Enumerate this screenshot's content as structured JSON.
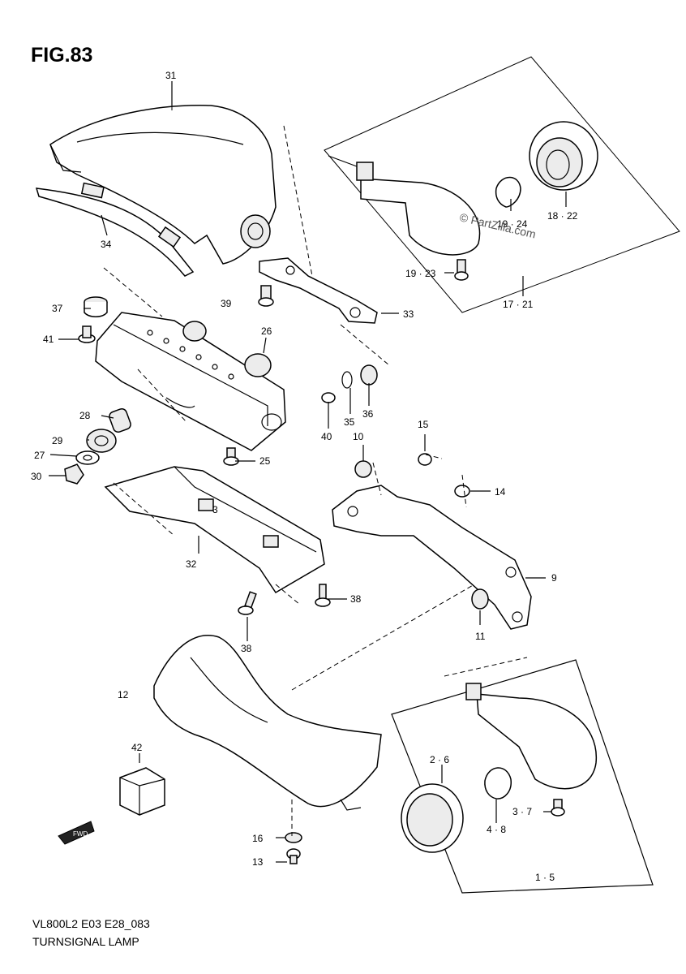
{
  "figure": {
    "title": "FIG.83",
    "code": "VL800L2 E03 E28_083",
    "name": "TURNSIGNAL LAMP",
    "watermark": "© PartZilla.com",
    "fwd_label": "FWD"
  },
  "callouts": [
    {
      "id": "c31",
      "text": "31"
    },
    {
      "id": "c34",
      "text": "34"
    },
    {
      "id": "c37",
      "text": "37"
    },
    {
      "id": "c39",
      "text": "39"
    },
    {
      "id": "c41",
      "text": "41"
    },
    {
      "id": "c26",
      "text": "26"
    },
    {
      "id": "c33",
      "text": "33"
    },
    {
      "id": "c28",
      "text": "28"
    },
    {
      "id": "c29",
      "text": "29"
    },
    {
      "id": "c27",
      "text": "27"
    },
    {
      "id": "c30",
      "text": "30"
    },
    {
      "id": "c25",
      "text": "25"
    },
    {
      "id": "c3",
      "text": "3"
    },
    {
      "id": "c32",
      "text": "32"
    },
    {
      "id": "c38a",
      "text": "38"
    },
    {
      "id": "c38b",
      "text": "38"
    },
    {
      "id": "c40",
      "text": "40"
    },
    {
      "id": "c35",
      "text": "35"
    },
    {
      "id": "c36",
      "text": "36"
    },
    {
      "id": "c10",
      "text": "10"
    },
    {
      "id": "c15",
      "text": "15"
    },
    {
      "id": "c14",
      "text": "14"
    },
    {
      "id": "c9",
      "text": "9"
    },
    {
      "id": "c11",
      "text": "11"
    },
    {
      "id": "c12",
      "text": "12"
    },
    {
      "id": "c42",
      "text": "42"
    },
    {
      "id": "c16",
      "text": "16"
    },
    {
      "id": "c13",
      "text": "13"
    },
    {
      "id": "c1824",
      "text": "19 · 24"
    },
    {
      "id": "c1822",
      "text": "18 · 22"
    },
    {
      "id": "c1923",
      "text": "19 · 23"
    },
    {
      "id": "c1721",
      "text": "17 · 21"
    },
    {
      "id": "c26b",
      "text": "2 · 6"
    },
    {
      "id": "c37b",
      "text": "3 · 7"
    },
    {
      "id": "c48",
      "text": "4 · 8"
    },
    {
      "id": "c15b",
      "text": "1 · 5"
    }
  ]
}
